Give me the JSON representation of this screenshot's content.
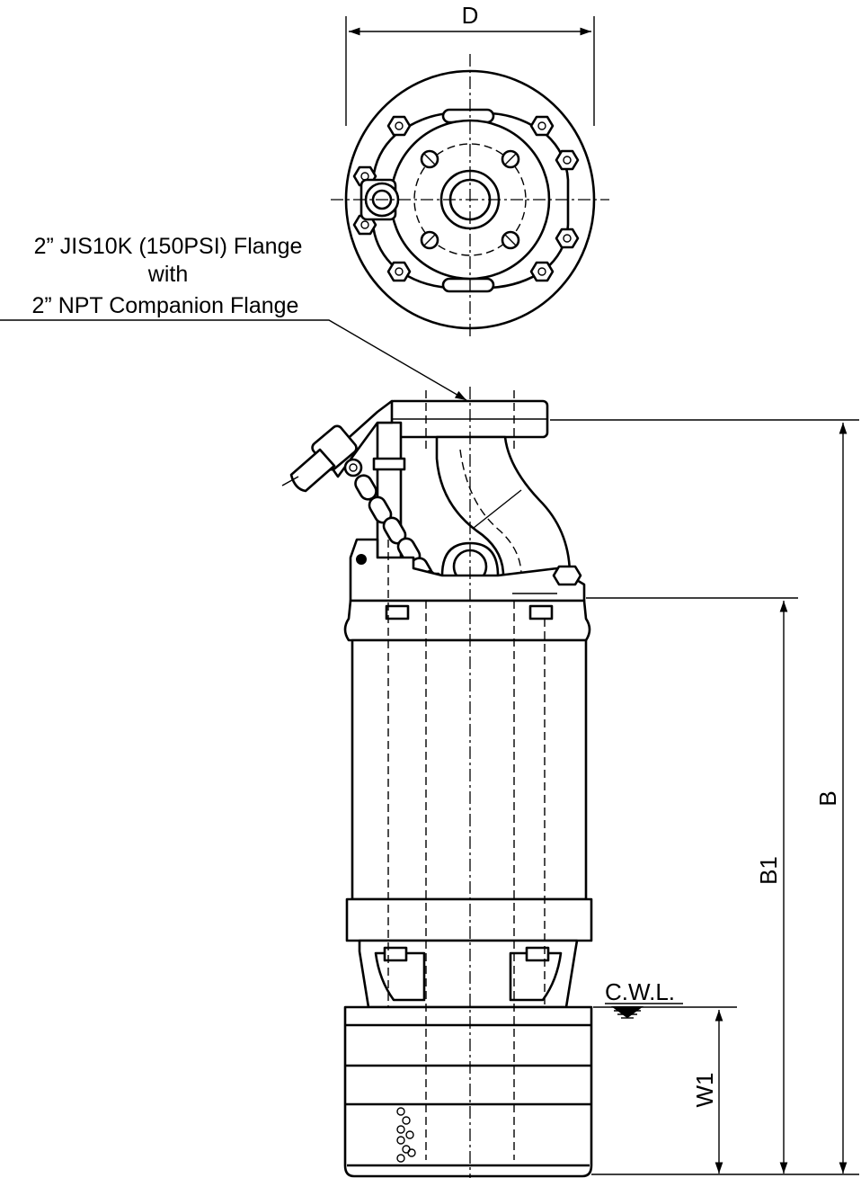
{
  "dimensions": {
    "D": "D",
    "B": "B",
    "B1": "B1",
    "W1": "W1"
  },
  "annotations": {
    "discharge_flange_line1": "2” JIS10K (150PSI) Flange",
    "discharge_flange_line2": "with",
    "discharge_flange_line3": "2” NPT Companion Flange",
    "continuous_water_level": "C.W.L."
  }
}
